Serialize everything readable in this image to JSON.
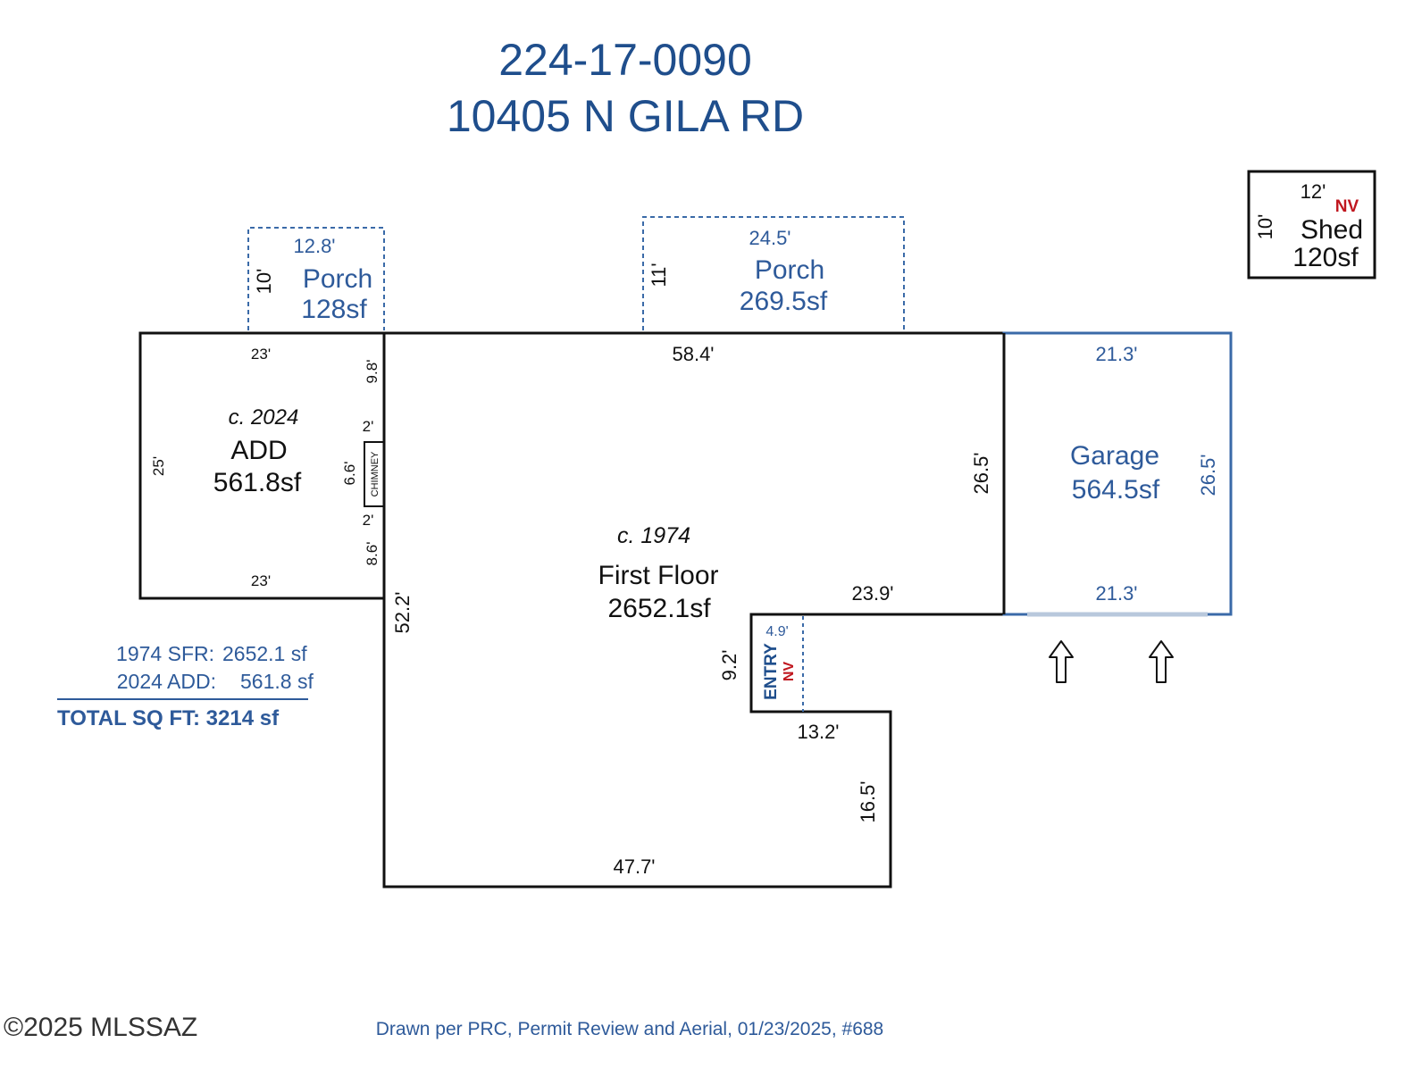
{
  "header": {
    "parcel_number": "224-17-0090",
    "address": "10405 N GILA RD"
  },
  "rooms": {
    "porch_left": {
      "label": "Porch",
      "area": "128sf",
      "dim_width": "12.8'",
      "dim_depth": "10'"
    },
    "porch_center": {
      "label": "Porch",
      "area": "269.5sf",
      "dim_width": "24.5'",
      "dim_depth": "11'"
    },
    "shed": {
      "label": "Shed",
      "area": "120sf",
      "dim_width": "12'",
      "dim_depth": "10'",
      "tag": "NV"
    },
    "addition": {
      "year": "c. 2024",
      "label": "ADD",
      "area": "561.8sf",
      "dim_top": "23'",
      "dim_bottom": "23'",
      "dim_left": "25'",
      "dim_seg1": "9.8'",
      "dim_seg2": "2'",
      "dim_seg3": "6.6'",
      "dim_seg4": "2'",
      "dim_seg5": "8.6'"
    },
    "chimney": {
      "label": "CHIMNEY"
    },
    "first_floor": {
      "year": "c. 1974",
      "label": "First Floor",
      "area": "2652.1sf",
      "dim_top": "58.4'",
      "dim_right": "26.5'",
      "dim_step": "23.9'",
      "dim_left": "52.2'",
      "dim_bottom": "47.7'",
      "dim_lower_right": "16.5'",
      "dim_notch": "13.2'"
    },
    "entry": {
      "label": "ENTRY",
      "tag": "NV",
      "dim_width": "4.9'",
      "dim_height": "9.2'"
    },
    "garage": {
      "label": "Garage",
      "area": "564.5sf",
      "dim_top": "21.3'",
      "dim_bottom": "21.3'",
      "dim_right": "26.5'"
    }
  },
  "summary": {
    "line1_label": "1974 SFR:",
    "line1_value": "2652.1 sf",
    "line2_label": "2024 ADD:",
    "line2_value": "561.8 sf",
    "total": "TOTAL SQ FT: 3214 sf"
  },
  "footer": {
    "note": "Drawn per PRC, Permit Review and Aerial, 01/23/2025, #688",
    "copyright": "©2025 MLSSAZ"
  },
  "colors": {
    "title": "#1f4e8c",
    "label_blue": "#2e5a9a",
    "garage_outline": "#3a6aa8",
    "tag_red": "#c0171f",
    "wall": "#111111"
  }
}
